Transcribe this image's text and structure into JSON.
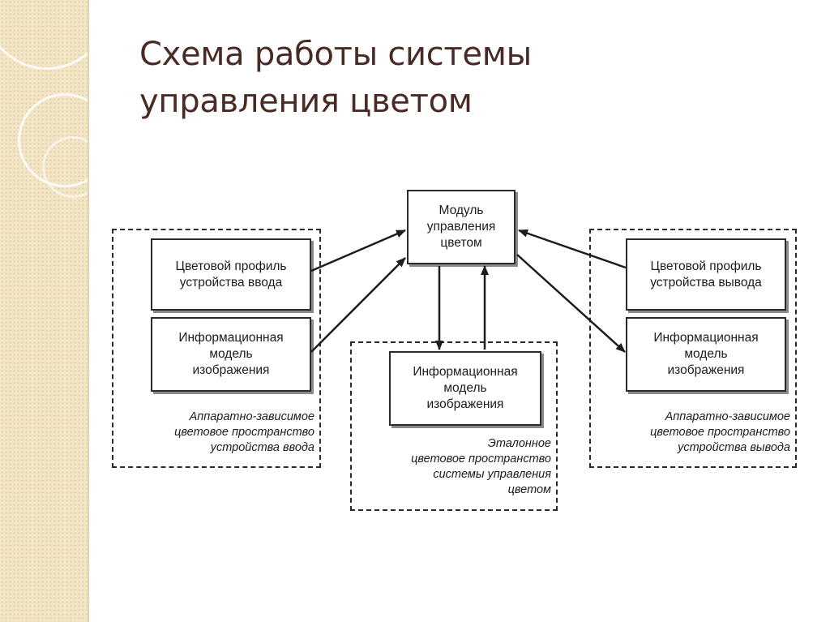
{
  "slide": {
    "title_line1": "Схема работы системы",
    "title_line2": "управления цветом"
  },
  "diagram": {
    "module": "Модуль\nуправления\nцветом",
    "input_group": {
      "profile": "Цветовой профиль\nустройства ввода",
      "model": "Информационная\nмодель\nизображения",
      "label": "Аппаратно-зависимое\nцветовое пространство\nустройства ввода"
    },
    "center_group": {
      "model": "Информационная\nмодель\nизображения",
      "label": "Эталонное\nцветовое пространство\nсистемы  управления\nцветом"
    },
    "output_group": {
      "profile": "Цветовой профиль\nустройства вывода",
      "model": "Информационная\nмодель\nизображения",
      "label": "Аппаратно-зависимое\nцветовое пространство\nустройства вывода"
    }
  }
}
